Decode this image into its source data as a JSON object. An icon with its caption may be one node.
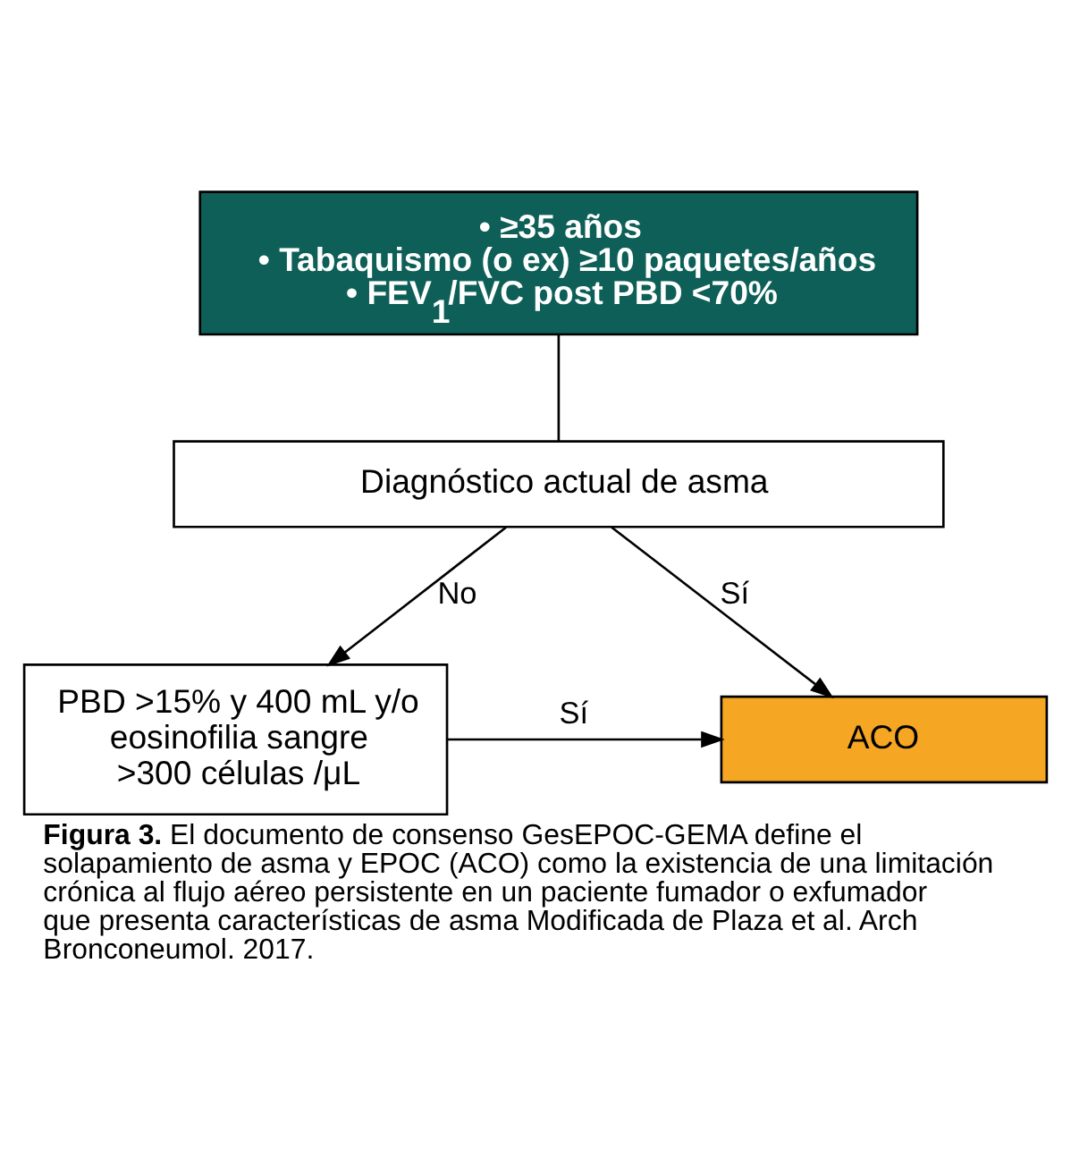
{
  "diagram": {
    "caption": "**Figura 3.** El documento de consenso GesEPOC-GEMA define el solapamiento de asma y EPOC (ACO) como la existencia de una limitación crónica al flujo aéreo persistente en un paciente fumador o exfumador que presenta características de asma Modificada de Plaza et al. Arch Bronconeumol. 2017.",
    "nodes": [
      {
        "text": [
          "• ≥35 años",
          "• Tabaquismo (o ex) ≥10 paquetes/años",
          "• FEV$_{1}$/FVC post PBD <70%"
        ]
      },
      {
        "text": [
          "Diagnóstico actual de asma"
        ]
      },
      {
        "text": [
          "PBD >15% y 400 mL y/o eosinofilia sangre >300 células /μL"
        ]
      },
      {
        "text": [
          "ACO"
        ]
      }
    ],
    "edges": [
      {
        "from": 0,
        "to": 1,
        "arrow": "none"
      },
      {
        "from": 1,
        "to": 2,
        "arrow": "to",
        "label": "No"
      },
      {
        "from": 1,
        "to": 3,
        "arrow": "to",
        "label": "Sí"
      },
      {
        "from": 2,
        "to": 3,
        "arrow": "to",
        "label": "Sí"
      }
    ]
  }
}
